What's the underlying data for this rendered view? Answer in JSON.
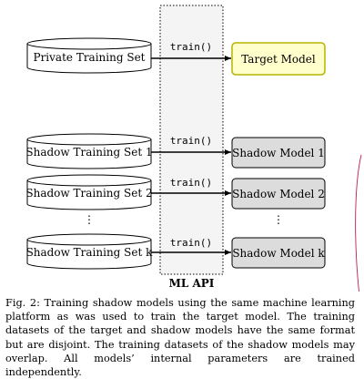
{
  "figure": {
    "api_label": "ML API",
    "ellipsis": "⋮",
    "private_set": {
      "label": "Private Training Set",
      "call": "train()",
      "model": "Target Model"
    },
    "shadow_rows": [
      {
        "set_label": "Shadow Training Set 1",
        "call": "train()",
        "model_label": "Shadow Model 1"
      },
      {
        "set_label": "Shadow Training Set 2",
        "call": "train()",
        "model_label": "Shadow Model 2"
      },
      {
        "set_label": "Shadow Training Set k",
        "call": "train()",
        "model_label": "Shadow Model k"
      }
    ]
  },
  "caption": {
    "text": "Fig. 2: Training shadow models using the same machine learning platform as was used to train the target model. The training datasets of the target and shadow models have the same format but are disjoint. The training datasets of the shadow models may overlap. All models’ internal parameters are trained independently."
  },
  "colors": {
    "target_fill": "#ffffcc",
    "target_stroke": "#b5b500",
    "shadow_fill": "#dcdcdc",
    "api_fill": "#f4f4f4"
  }
}
